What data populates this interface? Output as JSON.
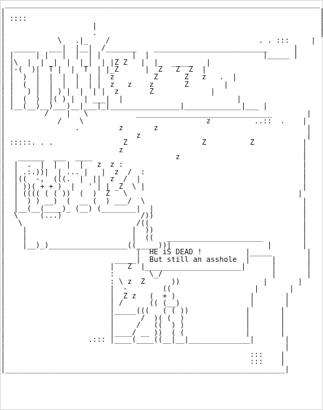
{
  "ascii_art": {
    "lines": [
      " ________________________________________________________________________",
      "|                                                                        |",
      "| ::::                                                                   |",
      "|                    |                                                   |",
      "|                    .                                                   |",
      "|            \\   .|_    /                                  . . :::     |",
      "|  _____   ___|  |__|  /_______    __________________________      |",
      "| |     | |   |  |  | |       |  |                          |_____ |",
      "| |\\  |  |  |  |  |_|  | |Z Z   |  |   _____   |",
      "| |-(  )|  T |  |  T  | |_Z      |  Z   Z  Z  |",
      "| |  )  |  |  |  |  | |  z         Z      Z   z   .  |",
      "| |  (  |  |  |  |  | |  z   z    z       Z        |",
      "| |   ) |  | ) |  |  | |  z       Z             |",
      "| |  (  )  |( ) |  | ___|  |                          |",
      "| |__(__)__)___)__|___|_|________________|_____________|___ |",
      "|         /    |   \\           _______________________________        |",
      "|            /    \\                            z          ..::  .    |",
      "|                .         z       z                                  |",
      "|                              z                                      |",
      "| :::::. . .                Z                 Z          Z           |",
      "|                          z                                         |",
      "|   ______  ___  ____                   z                            |",
      "|  |  .  |  |  |  |   z  z :                                         |",
      "|  | .:.))|  | ... |   |  z  /  :                                    |",
      "|  |((  -,  (((.  |  ||  z  /  |                                     |",
      "|  | ))( + + )  |   ' | | _Z  \\ |                                    |",
      "|  | (((( ( ( ))  (  )  Z   \\                                       |",
      "|  |  ) ) __)  (  __ (  ) ___/  \\                                    |",
      "|  |__(__(____)_ (__) (________|  |                                  |",
      "|  \\     (...)                  /))                                  |",
      "|   \\                          /((                                   |",
      "|    |                        |  ))                                  |",
      "|    |                        |  ((   ______________________         |",
      "|    |__)_)__________________((_____))|                      |       |",
      "|                              |  HE iS DEAD !          |_____        |",
      "|                         _____|  But still an asshole  |     |       |",
      "|                        |   Z  |______________________|      |       |",
      "|                        :        \\_/                         |       |",
      "|                        : \\ z  Z      ))                   |       |",
      "|                        |  -        ((                   |       |",
      "|                        |  Z z   (  + )                 |       |",
      "|                        | /      (( (__)                |       |",
      "|                        |_____(((   ( ( ))             |       |",
      "|                        |      /  )( (  )              |       |",
      "|                        |     /   ((  ) )              |       |",
      "|                        |____/ __ ))  ( (              |       |",
      "|                   .::: |____(____((__|__|______________|       |",
      "|                                                                |",
      "|                                                        :::    |",
      "|                                                        :::    |",
      "|________________________________________________________________|"
    ]
  }
}
